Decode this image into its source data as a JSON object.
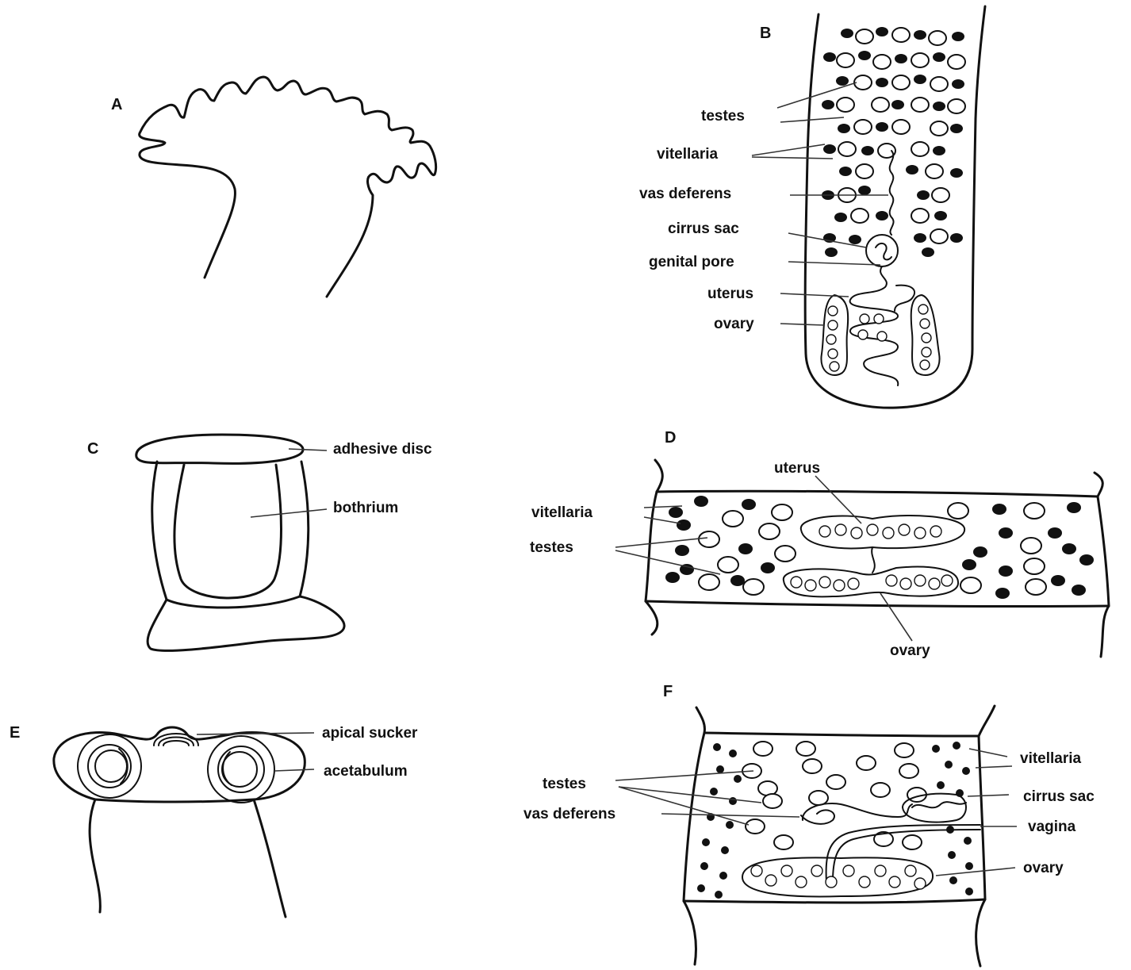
{
  "panels": {
    "A": {
      "letter": "A"
    },
    "B": {
      "letter": "B",
      "labels": {
        "testes": "testes",
        "vitellaria": "vitellaria",
        "vas_deferens": "vas deferens",
        "cirrus_sac": "cirrus sac",
        "genital_pore": "genital pore",
        "uterus": "uterus",
        "ovary": "ovary"
      }
    },
    "C": {
      "letter": "C",
      "labels": {
        "adhesive_disc": "adhesive disc",
        "bothrium": "bothrium"
      }
    },
    "D": {
      "letter": "D",
      "labels": {
        "uterus": "uterus",
        "vitellaria": "vitellaria",
        "testes": "testes",
        "ovary": "ovary"
      }
    },
    "E": {
      "letter": "E",
      "labels": {
        "apical_sucker": "apical sucker",
        "acetabulum": "acetabulum"
      }
    },
    "F": {
      "letter": "F",
      "labels": {
        "vitellaria": "vitellaria",
        "testes": "testes",
        "cirrus_sac": "cirrus sac",
        "vas_deferens": "vas deferens",
        "vagina": "vagina",
        "ovary": "ovary"
      }
    }
  }
}
